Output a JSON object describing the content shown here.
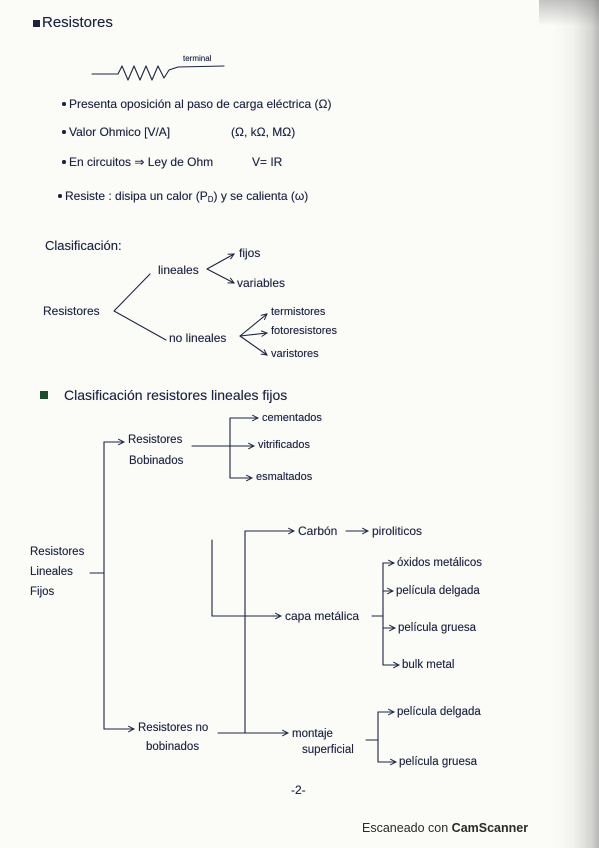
{
  "page": {
    "title": "Resistores",
    "page_number": "-2-",
    "watermark": {
      "prefix": "Escaneado con",
      "brand": "CamScanner"
    }
  },
  "colors": {
    "ink": "#1c2340",
    "section_marker": "#1f4d2c",
    "paper": "#fbfbf8"
  },
  "resistor_symbol": {
    "terminal_label": "terminal"
  },
  "properties": [
    {
      "text": "Presenta oposición al paso de carga eléctrica (Ω)"
    },
    {
      "text": "Valor Ohmico [V/A]",
      "units": "(Ω, kΩ, MΩ)"
    },
    {
      "text": "En circuitos ⇒ Ley de Ohm",
      "formula": "V= IR"
    },
    {
      "text_before": "Resiste : disipa un calor (P",
      "subscript": "D",
      "text_after": ") y se calienta (ω)"
    }
  ],
  "classification": {
    "label": "Clasificación:",
    "root": "Resistores",
    "lineales": {
      "label": "lineales",
      "children": [
        "fijos",
        "variables"
      ]
    },
    "no_lineales": {
      "label": "no lineales",
      "children": [
        "termistores",
        "fotoresistores",
        "varistores"
      ]
    }
  },
  "fixed_linear": {
    "title": "Clasificación resistores lineales fijos",
    "root": [
      "Resistores",
      "Lineales",
      "Fijos"
    ],
    "bobinados": {
      "label": [
        "Resistores",
        "Bobinados"
      ],
      "children": [
        "cementados",
        "vitrificados",
        "esmaltados"
      ]
    },
    "no_bobinados": {
      "label": [
        "Resistores no",
        "bobinados"
      ],
      "carbon": {
        "label": "Carbón",
        "child": "piroliticos"
      },
      "capa_metalica": {
        "label": "capa metálica",
        "children": [
          "óxidos metálicos",
          "película delgada",
          "película gruesa",
          "bulk metal"
        ]
      },
      "montaje_superficial": {
        "label": [
          "montaje",
          "superficial"
        ],
        "children": [
          "película delgada",
          "película gruesa"
        ]
      }
    }
  }
}
